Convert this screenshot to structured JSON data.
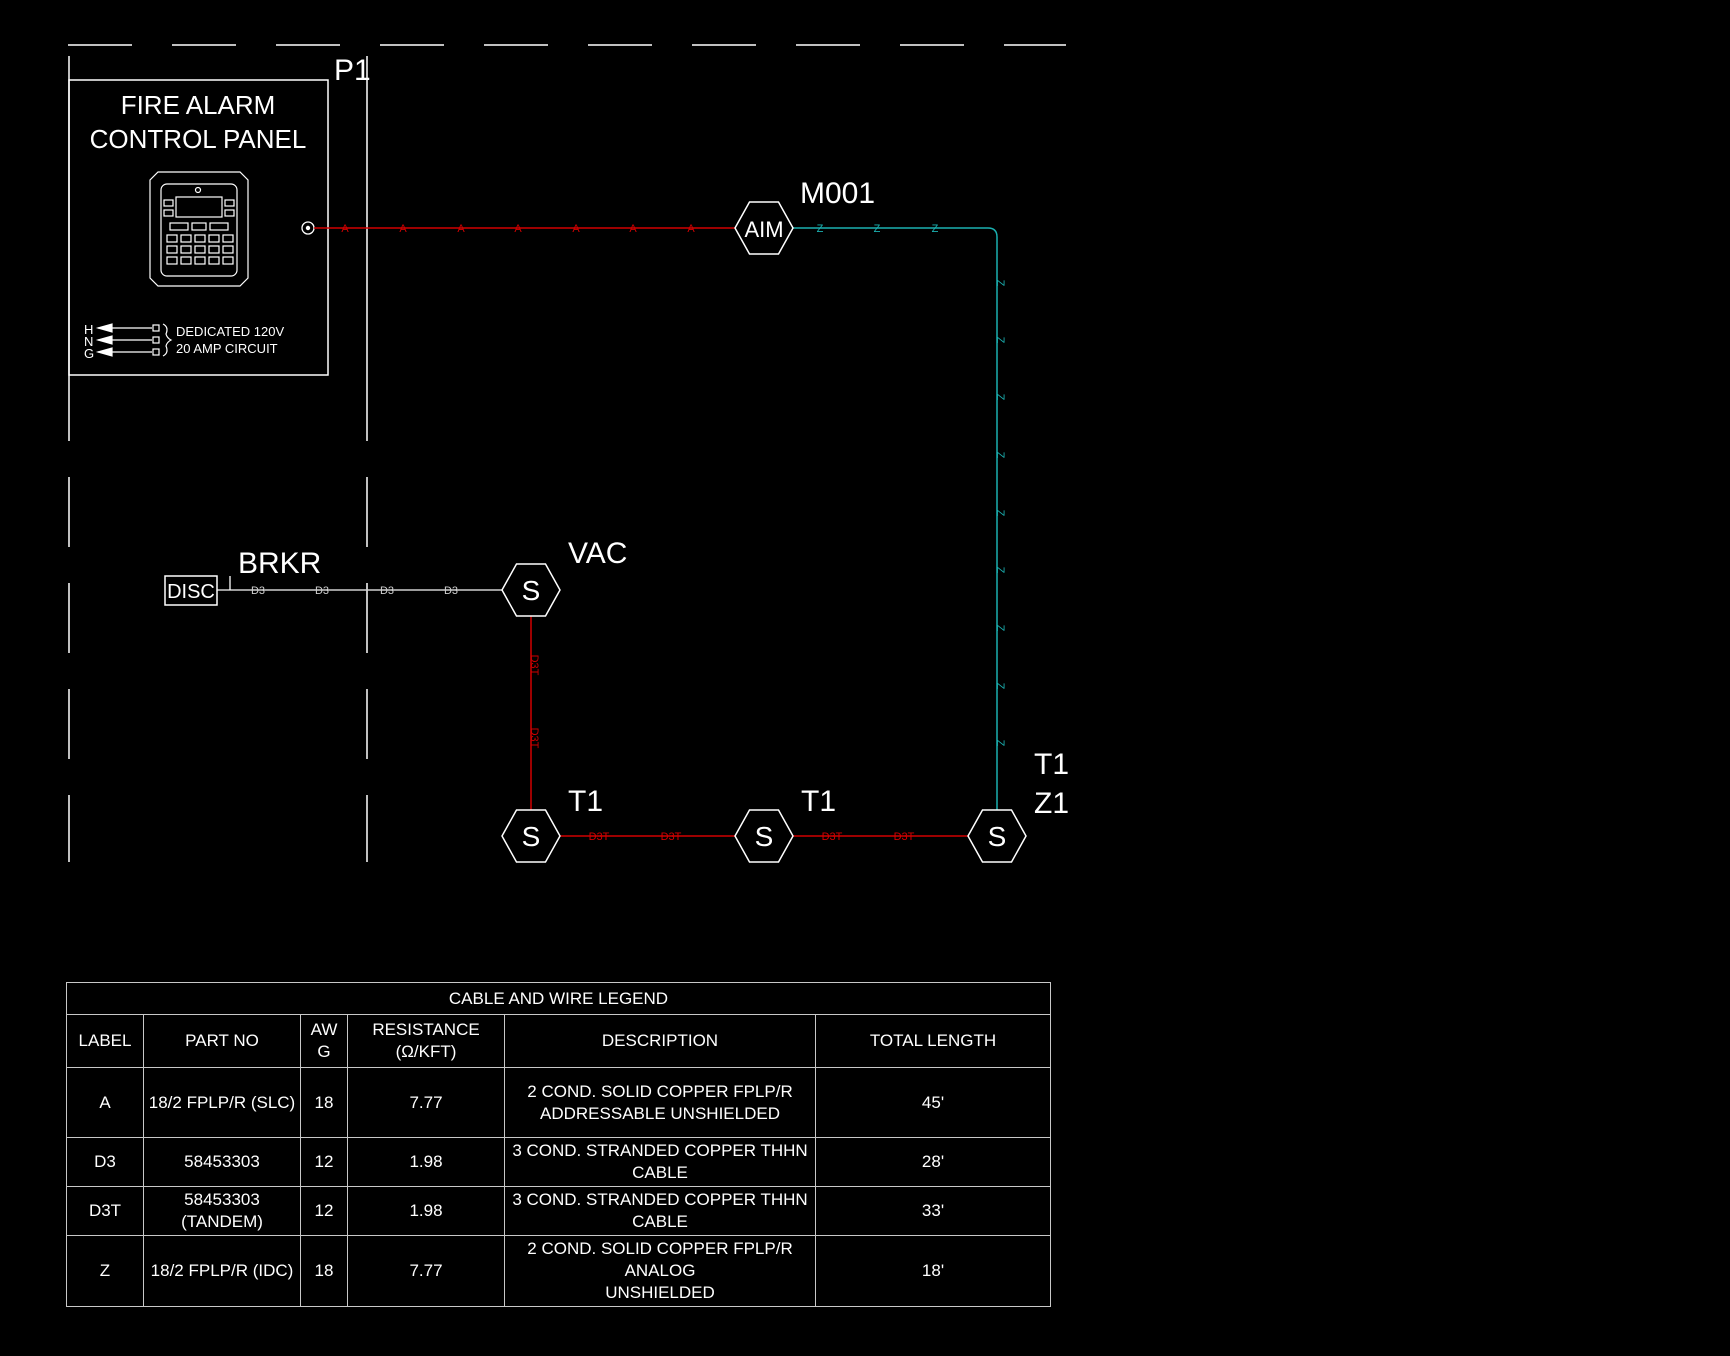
{
  "panel": {
    "ref": "P1",
    "title_line1": "FIRE ALARM",
    "title_line2": "CONTROL PANEL",
    "terminals": [
      "H",
      "N",
      "G"
    ],
    "power_line1": "DEDICATED 120V",
    "power_line2": "20 AMP CIRCUIT"
  },
  "devices": {
    "aim": {
      "symbol": "AIM",
      "label": "M001"
    },
    "disc": {
      "symbol": "DISC",
      "label": "BRKR"
    },
    "vac": {
      "symbol": "S",
      "label": "VAC"
    },
    "t1a": {
      "symbol": "S",
      "label": "T1"
    },
    "t1b": {
      "symbol": "S",
      "label": "T1"
    },
    "t1z1": {
      "symbol": "S",
      "label1": "T1",
      "label2": "Z1"
    }
  },
  "wire_tags": {
    "a": "A",
    "z": "Z",
    "d3": "D3",
    "d3t": "D3T"
  },
  "colors": {
    "a": "#d10000",
    "z": "#1ab0b0",
    "d3": "#cfcfcf",
    "d3t": "#d10000",
    "lines": "#ffffff",
    "background": "#000000"
  },
  "legend": {
    "title": "CABLE AND WIRE LEGEND",
    "headers": {
      "label": "LABEL",
      "part_no": "PART NO",
      "awg_1": "AW",
      "awg_2": "G",
      "resistance_1": "RESISTANCE",
      "resistance_2": "(Ω/KFT)",
      "description": "DESCRIPTION",
      "total_length": "TOTAL LENGTH"
    },
    "rows": [
      {
        "label": "A",
        "part_no": "18/2 FPLP/R (SLC)",
        "awg": "18",
        "resistance": "7.77",
        "desc1": "2 COND. SOLID COPPER FPLP/R",
        "desc2": "ADDRESSABLE UNSHIELDED",
        "length": "45'"
      },
      {
        "label": "D3",
        "part_no": "58453303",
        "awg": "12",
        "resistance": "1.98",
        "desc1": "3 COND. STRANDED COPPER THHN",
        "desc2": "CABLE",
        "length": "28'"
      },
      {
        "label": "D3T",
        "part_no": "58453303 (TANDEM)",
        "awg": "12",
        "resistance": "1.98",
        "desc1": "3 COND. STRANDED COPPER THHN",
        "desc2": "CABLE",
        "length": "33'"
      },
      {
        "label": "Z",
        "part_no": "18/2 FPLP/R (IDC)",
        "awg": "18",
        "resistance": "7.77",
        "desc1": "2 COND. SOLID COPPER FPLP/R ANALOG",
        "desc2": "UNSHIELDED",
        "length": "18'"
      }
    ]
  }
}
